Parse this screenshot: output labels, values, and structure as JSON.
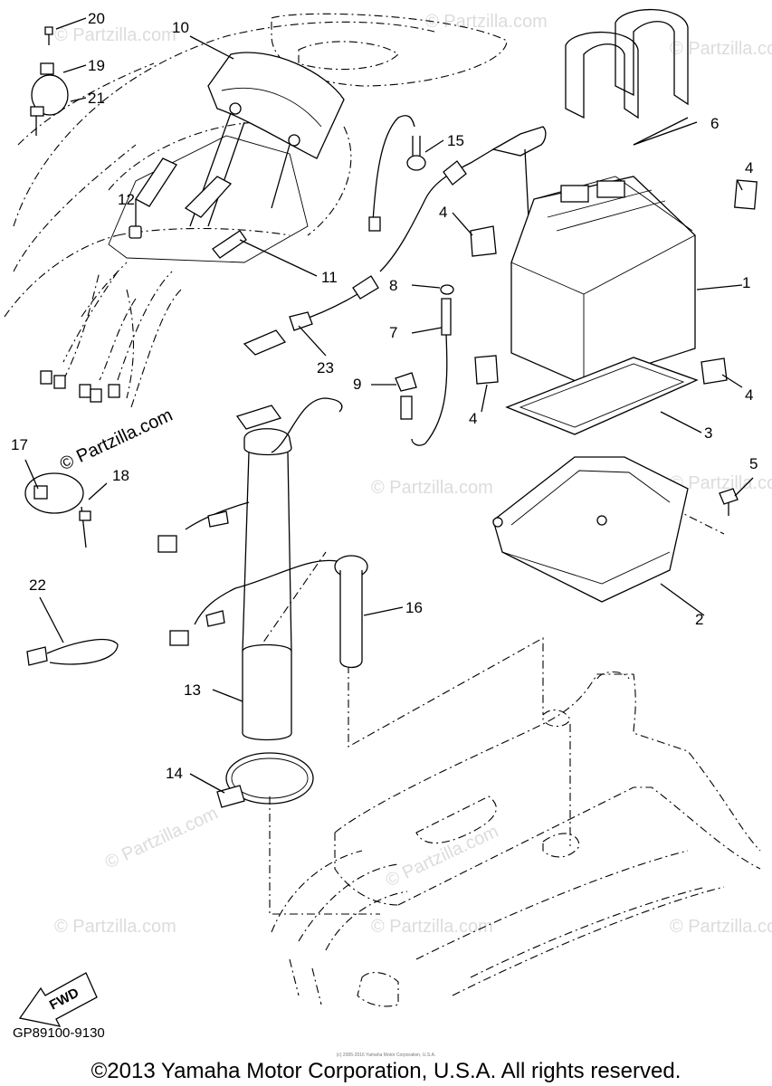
{
  "watermark": "© Partzilla.com",
  "callouts": {
    "n1": "1",
    "n2": "2",
    "n3": "3",
    "n4a": "4",
    "n4b": "4",
    "n4c": "4",
    "n4d": "4",
    "n5": "5",
    "n6": "6",
    "n7": "7",
    "n8": "8",
    "n9": "9",
    "n10": "10",
    "n11": "11",
    "n12": "12",
    "n13": "13",
    "n14": "14",
    "n15": "15",
    "n16": "16",
    "n17": "17",
    "n18": "18",
    "n19": "19",
    "n20": "20",
    "n21": "21",
    "n22": "22",
    "n23": "23"
  },
  "fwd_label": "FWD",
  "doc_code": "GP89100-9130",
  "fine_print": "(c) 2005-2016 Yamaha Motor Corporation, U.S.A.",
  "copyright": "©2013 Yamaha Motor Corporation, U.S.A. All rights reserved."
}
